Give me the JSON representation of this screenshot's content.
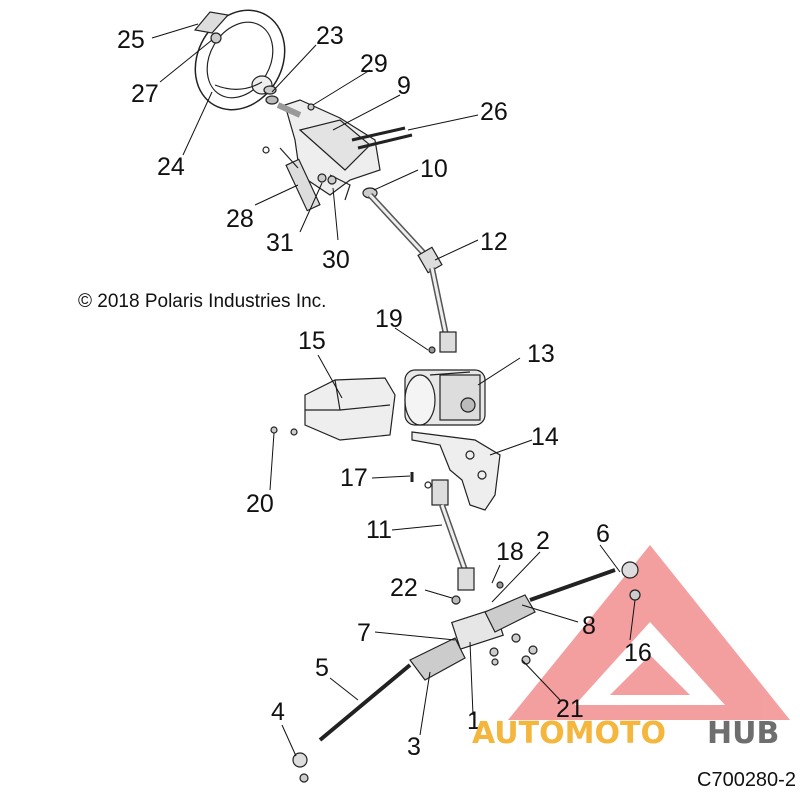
{
  "copyright": "© 2018 Polaris Industries Inc.",
  "diagram_code": "C700280-2",
  "watermark": {
    "part1": "AUTOMOTO",
    "part2": "HUB",
    "color1": "#f4b63c",
    "color2": "#6e6e6e",
    "triangle_color": "#f08080"
  },
  "callouts": [
    {
      "id": "1",
      "text": "1"
    },
    {
      "id": "2",
      "text": "2"
    },
    {
      "id": "3",
      "text": "3"
    },
    {
      "id": "4",
      "text": "4"
    },
    {
      "id": "5",
      "text": "5"
    },
    {
      "id": "6",
      "text": "6"
    },
    {
      "id": "7",
      "text": "7"
    },
    {
      "id": "8",
      "text": "8"
    },
    {
      "id": "9",
      "text": "9"
    },
    {
      "id": "10",
      "text": "10"
    },
    {
      "id": "11",
      "text": "11"
    },
    {
      "id": "12",
      "text": "12"
    },
    {
      "id": "13",
      "text": "13"
    },
    {
      "id": "14",
      "text": "14"
    },
    {
      "id": "15",
      "text": "15"
    },
    {
      "id": "16",
      "text": "16"
    },
    {
      "id": "17",
      "text": "17"
    },
    {
      "id": "18",
      "text": "18"
    },
    {
      "id": "19",
      "text": "19"
    },
    {
      "id": "20",
      "text": "20"
    },
    {
      "id": "21",
      "text": "21"
    },
    {
      "id": "22",
      "text": "22"
    },
    {
      "id": "23",
      "text": "23"
    },
    {
      "id": "24",
      "text": "24"
    },
    {
      "id": "25",
      "text": "25"
    },
    {
      "id": "26",
      "text": "26"
    },
    {
      "id": "27",
      "text": "27"
    },
    {
      "id": "28",
      "text": "28"
    },
    {
      "id": "29",
      "text": "29"
    },
    {
      "id": "30",
      "text": "30"
    },
    {
      "id": "31",
      "text": "31"
    }
  ]
}
